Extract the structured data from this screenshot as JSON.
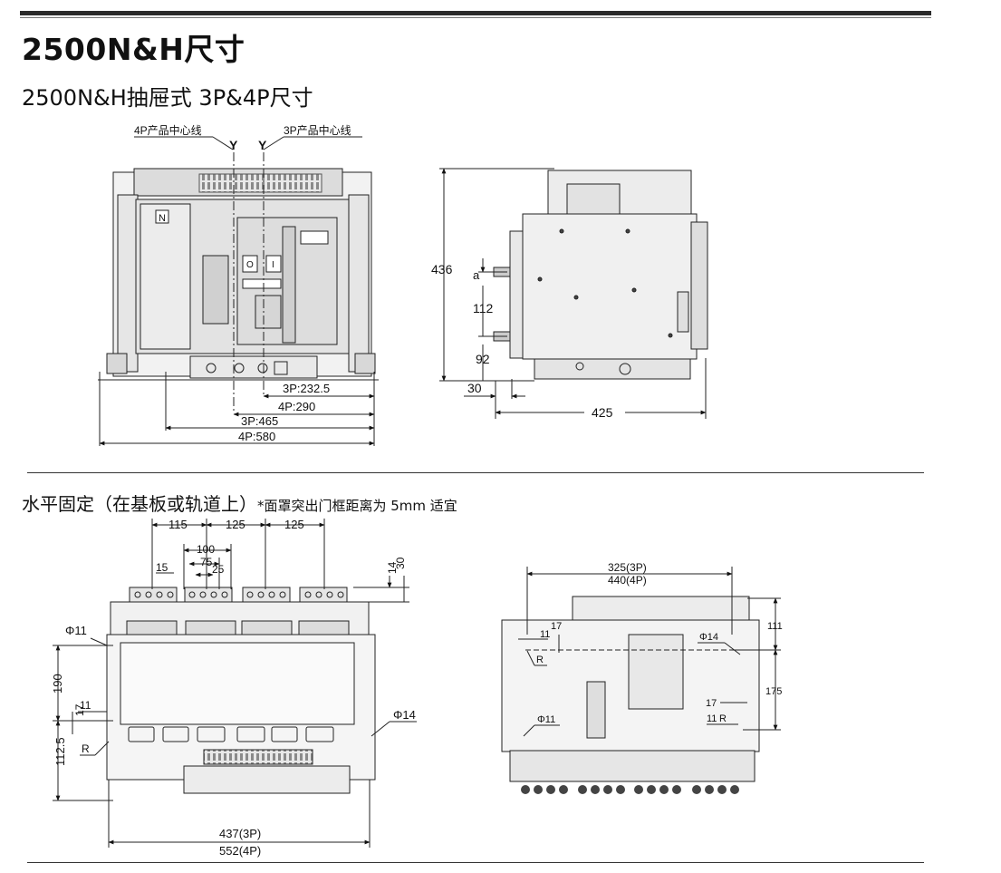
{
  "page": {
    "title": "2500N&H尺寸",
    "subtitle": "2500N&H抽屉式 3P&4P尺寸",
    "section2_title": "水平固定（在基板或轨道上）",
    "section2_note": "*面罩突出门框距离为 5mm 适宜"
  },
  "drawer_front": {
    "label_4p_center": "4P产品中心线",
    "label_3p_center": "3P产品中心线",
    "axis_y1": "Y",
    "axis_y2": "Y",
    "panel_n": "N",
    "btn_off": "O",
    "btn_on": "I",
    "dim_3p_2325": "3P:232.5",
    "dim_4p_290": "4P:290",
    "dim_3p_465": "3P:465",
    "dim_4p_580": "4P:580"
  },
  "drawer_side": {
    "dim_436": "436",
    "dim_a": "a",
    "dim_112": "112",
    "dim_92": "92",
    "dim_30": "30",
    "dim_425": "425"
  },
  "fixed_front": {
    "dim_115": "115",
    "dim_125a": "125",
    "dim_125b": "125",
    "dim_100": "100",
    "dim_75": "75",
    "dim_25": "25",
    "dim_15": "15",
    "dim_14": "14",
    "dim_30": "30",
    "dim_phi11": "Φ11",
    "dim_190": "190",
    "dim_11": "11",
    "dim_17": "17",
    "dim_r": "R",
    "dim_1125": "112.5",
    "dim_phi14": "Φ14",
    "dim_437": "437(3P)",
    "dim_552": "552(4P)"
  },
  "fixed_plan": {
    "dim_325": "325(3P)",
    "dim_440": "440(4P)",
    "dim_111": "111",
    "dim_175": "175",
    "dim_11a": "11",
    "dim_17a": "17",
    "dim_ra": "R",
    "dim_phi14": "Φ14",
    "dim_17b": "17",
    "dim_11b": "11",
    "dim_rb": "R",
    "dim_phi11": "Φ11"
  }
}
